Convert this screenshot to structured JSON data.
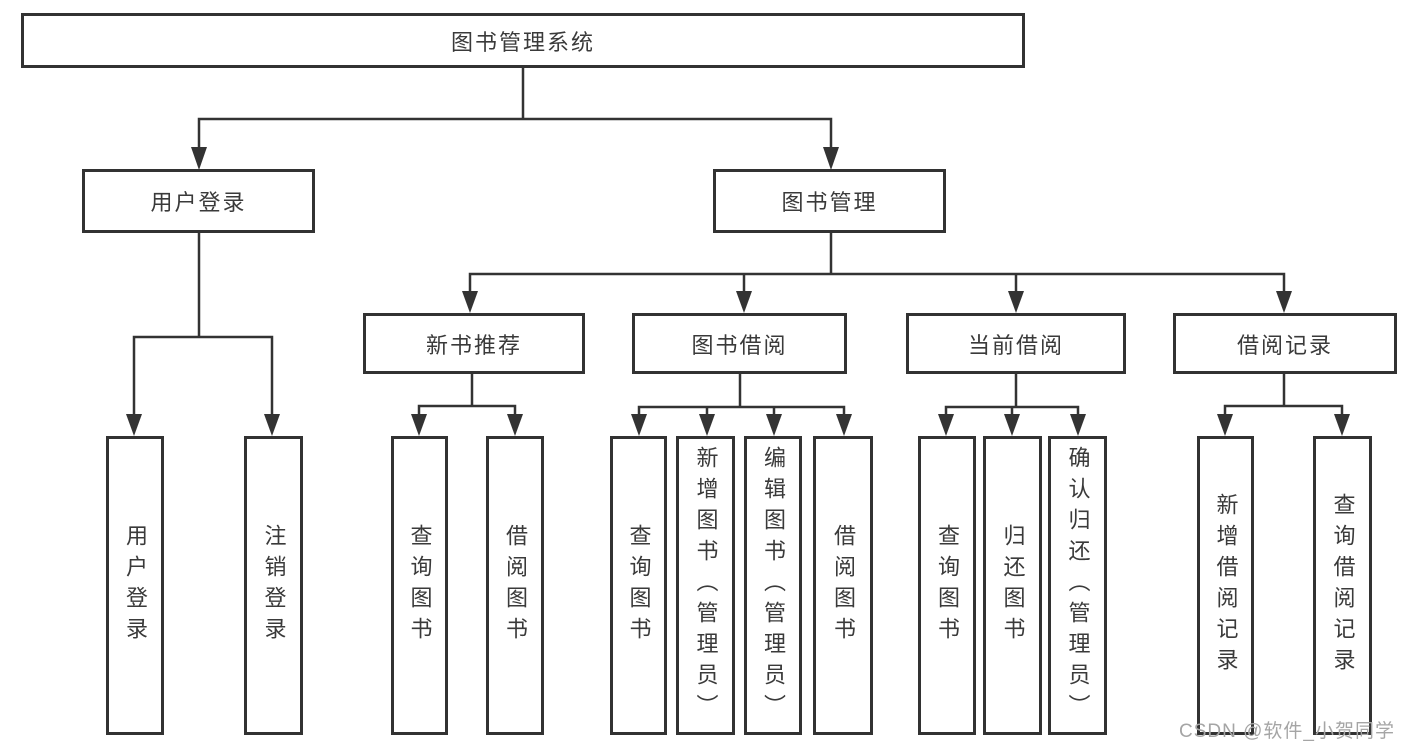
{
  "diagram": {
    "root": {
      "label": "图书管理系统"
    },
    "level2": {
      "user_login": {
        "label": "用户登录"
      },
      "book_management": {
        "label": "图书管理"
      }
    },
    "level3": {
      "new_book_recommend": {
        "label": "新书推荐"
      },
      "book_borrow": {
        "label": "图书借阅"
      },
      "current_borrow": {
        "label": "当前借阅"
      },
      "borrow_records": {
        "label": "借阅记录"
      }
    },
    "leaves": {
      "user_login_leaf": {
        "label": "用户登录"
      },
      "logout_leaf": {
        "label": "注销登录"
      },
      "nb_query_books": {
        "label": "查询图书"
      },
      "nb_borrow_books": {
        "label": "借阅图书"
      },
      "bb_query_books": {
        "label": "查询图书"
      },
      "bb_add_books": {
        "label": "新增图书（管理员）"
      },
      "bb_edit_books": {
        "label": "编辑图书（管理员）"
      },
      "bb_borrow_books": {
        "label": "借阅图书"
      },
      "cb_query_books": {
        "label": "查询图书"
      },
      "cb_return_books": {
        "label": "归还图书"
      },
      "cb_confirm_return": {
        "label": "确认归还（管理员）"
      },
      "br_add_record": {
        "label": "新增借阅记录"
      },
      "br_query_record": {
        "label": "查询借阅记录"
      }
    }
  },
  "watermark": "CSDN @软件_小贺同学",
  "colors": {
    "line": "#333333",
    "box_border": "#323232",
    "text": "#3a3a3a",
    "watermark": "#a5a5a5",
    "background": "#ffffff"
  }
}
